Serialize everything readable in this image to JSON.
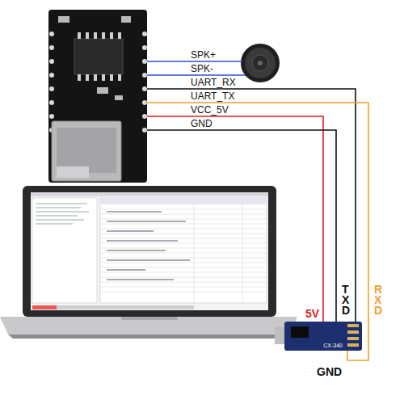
{
  "diagram": {
    "nodes": [
      {
        "text": [
          "CX-340"
        ]
      }
    ],
    "labels": [
      "SPK+",
      "SPK-",
      "UART_RX",
      "UART_TX",
      "VCC_5V",
      "GND",
      "5V",
      "TXD",
      "RXD",
      "GND"
    ]
  }
}
